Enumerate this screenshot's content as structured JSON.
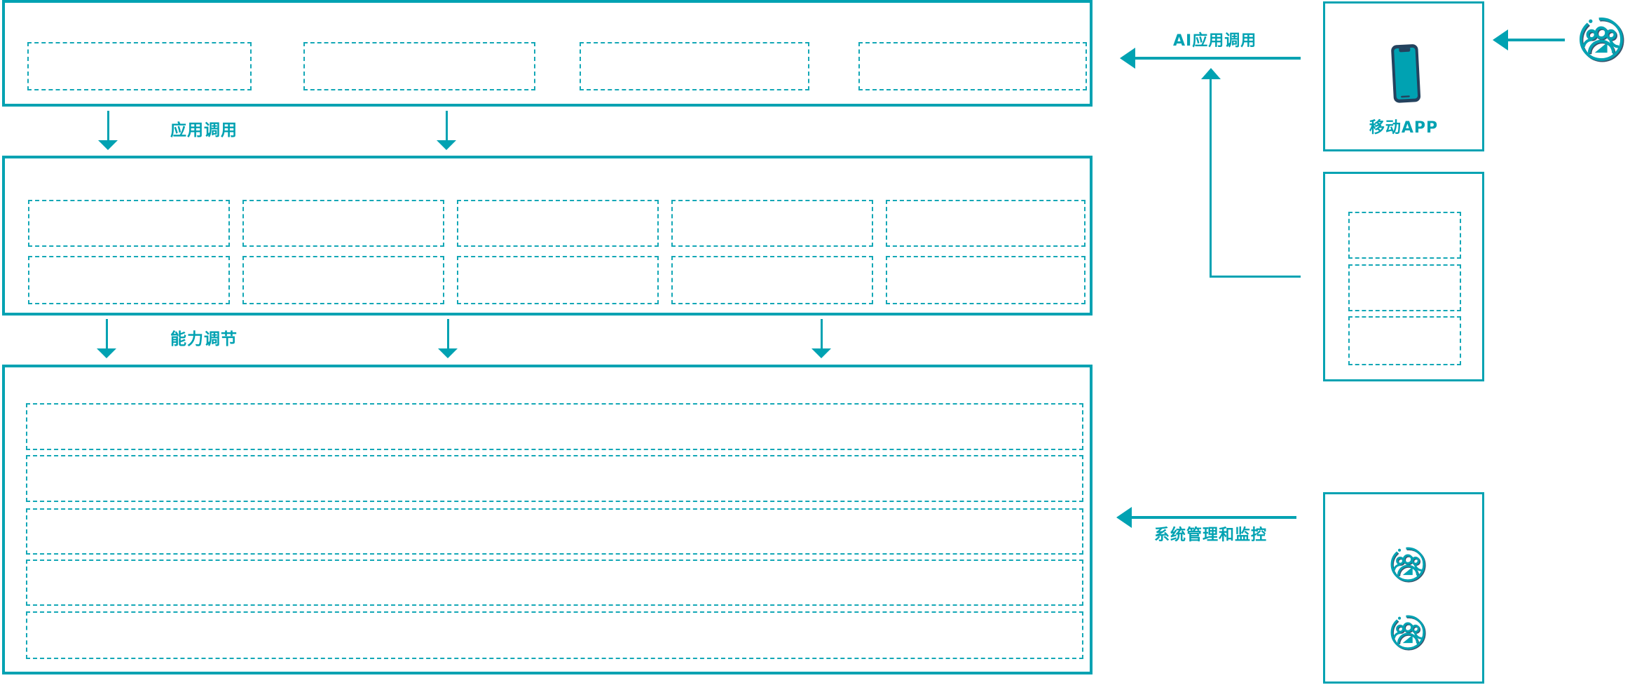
{
  "colors": {
    "teal": "#00A2B2",
    "teal_dashed": "#13A7B6",
    "navy": "#24425E",
    "background": "#FFFFFF"
  },
  "connectors": {
    "app_call_label": "应用调用",
    "capability_label": "能力调节",
    "ai_call_label": "AI应用调用",
    "sysmgmt_label": "系统管理和监控"
  },
  "side_panel": {
    "mobile_app_label": "移动APP"
  },
  "structure": {
    "top_layer_slots": 4,
    "middle_layer_rows": 2,
    "middle_layer_cols": 5,
    "bottom_layer_rows": 5,
    "side_api_slots": 3,
    "admin_user_icons": 2,
    "icons": [
      "smartphone-icon",
      "users-group-icon"
    ]
  }
}
